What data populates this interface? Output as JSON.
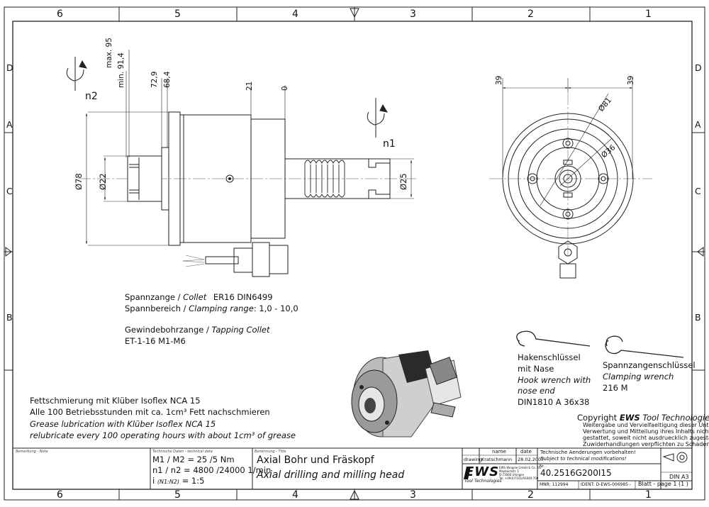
{
  "frame": {
    "columns": [
      "6",
      "5",
      "4",
      "3",
      "2",
      "1"
    ],
    "rows": [
      "D",
      "C",
      "B",
      "A"
    ]
  },
  "dims": {
    "max95": "max. 95",
    "min914": "min. 91,4",
    "d729": "72,9",
    "d684": "68,4",
    "d21": "21",
    "d0": "0",
    "phi78": "Ø78",
    "phi22": "Ø22",
    "phi25": "Ø25",
    "d39l": "39",
    "d39r": "39",
    "phi81": "Ø81",
    "phi36": "Ø36",
    "n1": "n1",
    "n2": "n2"
  },
  "notes": {
    "collet_de": "Spannzange /",
    "collet_en": "Collet",
    "collet_spec": "ER16    DIN6499",
    "range_de": "Spannbereich /",
    "range_en": "Clamping range",
    "range_val": ": 1,0 - 10,0",
    "tap_de": "Gewindebohrzange /",
    "tap_en": "Tapping Collet",
    "tap_spec": "ET-1-16   M1-M6",
    "grease1": "Fettschmierung mit Klüber Isoflex NCA 15",
    "grease2": "Alle 100 Betriebsstunden mit ca. 1cm³ Fett nachschmieren",
    "grease3": "Grease lubrication with Klüber Isoflex NCA 15",
    "grease4": "relubricate every 100 operating hours with about 1cm³ of grease"
  },
  "wrenches": {
    "hook_de1": "Hakenschlüssel",
    "hook_de2": "mit Nase",
    "hook_en1": "Hook wrench with",
    "hook_en2": "nose end",
    "hook_spec": "DIN1810  A  36x38",
    "clamp_de": "Spannzangenschlüssel",
    "clamp_en": "Clamping wrench",
    "clamp_spec": "216  M"
  },
  "copyright": {
    "title_pre": "Copyright ",
    "title_brand": "EWS",
    "title_post": " Tool Technologies",
    "l1": "Weitergabe und Vervielfaeltigung dieser Unterlage,",
    "l2": "Verwertung und Mitteilung ihres Inhalts nicht",
    "l3": "gestattet, soweit nicht ausdruecklich zugestanden.",
    "l4": "Zuwiderhandlungen verpflichten zu Schadenersatz."
  },
  "titleblock": {
    "remark_hdr": "Bemerkung - Note",
    "tech_hdr": "Technische Daten - technical data",
    "name_hdr": "Benennung - Title",
    "torque": "M1 / M2 = 25  /5     Nm",
    "speed": "n1 / n2 = 4800 /24000 1/min",
    "ratio_i": "i",
    "ratio_sub": "(N1:N2)",
    "ratio_val": "= 1:5",
    "title_de": "Axial Bohr und Fräskopf",
    "title_en": "Axial drilling and milling head",
    "col_name": "name",
    "col_date": "date",
    "drawing": "drawing",
    "drawer": "Kratschmann",
    "date": "28.02.2007",
    "logo": "EWS",
    "logo_sub": "Tool Technologies",
    "addr1": "EWS Weigele GmbH & Co. KG",
    "addr2": "Maybachstr. 1",
    "addr3": "D-73066 Uhingen",
    "addr4": "Tel. +49(0)7161/93040-700",
    "changes_de": "Technische Aenderungen vorbehalten!",
    "changes_en": "Subject to technical modifications!",
    "nr_label": "Nr.",
    "number": "40.2516G200I15",
    "mnr": "MNR: 112994",
    "ident": "IDENT: D-EWS-006985 -",
    "sheet": "Blatt - page  1 (1 )",
    "format": "DIN A3"
  }
}
